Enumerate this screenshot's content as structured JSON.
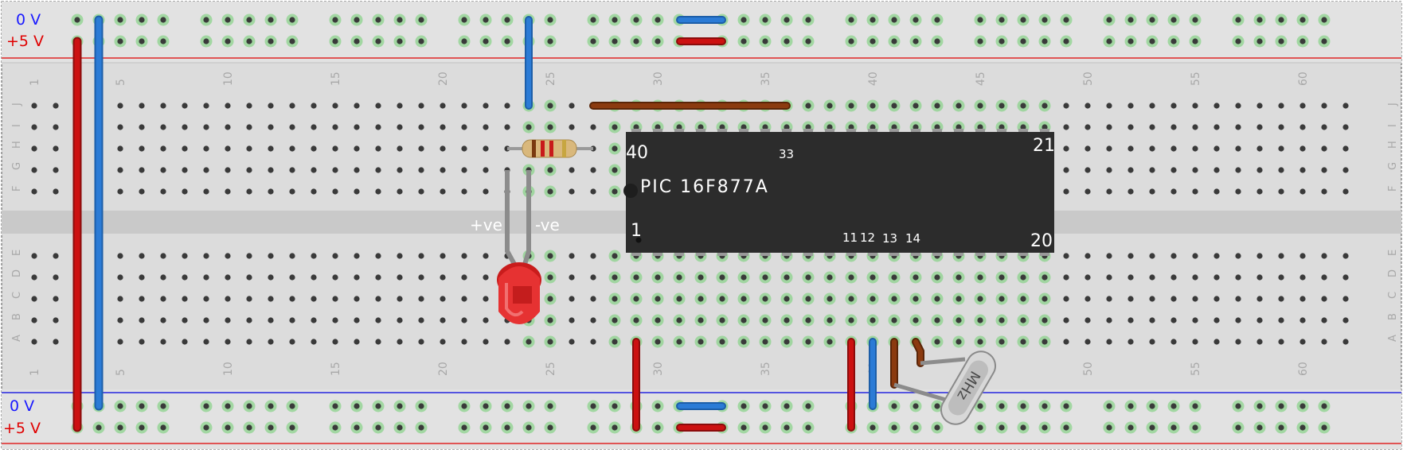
{
  "breadboard": {
    "columns": 62,
    "column_numbers": [
      "1",
      "5",
      "10",
      "15",
      "20",
      "25",
      "30",
      "35",
      "40",
      "45",
      "50",
      "55",
      "60"
    ],
    "row_letters_top": [
      "J",
      "I",
      "H",
      "G",
      "F"
    ],
    "row_letters_bottom": [
      "E",
      "D",
      "C",
      "B",
      "A"
    ],
    "rail_labels": {
      "top_ground": "0 V",
      "top_power": "+5 V",
      "bottom_ground": "0 V",
      "bottom_power": "+5 V"
    },
    "colors": {
      "board": "#dcdcdc",
      "hole": "#3a3a3a",
      "connected_hole": "#7fd17f",
      "power_line": "#e00000",
      "ground_line": "#0000e0",
      "ground_label": "#1a1aff",
      "power_label": "#e00000"
    }
  },
  "chip": {
    "label": "PIC 16F877A",
    "pin_labels": {
      "top_left": "40",
      "top_right": "21",
      "bottom_left": "1",
      "bottom_right": "20",
      "pin33": "33",
      "pin11": "11",
      "pin12": "12",
      "pin13": "13",
      "pin14": "14"
    },
    "color": "#2c2c2c"
  },
  "led": {
    "color": "red",
    "anode_label": "+ve",
    "cathode_label": "-ve"
  },
  "crystal": {
    "marking": "MHz"
  },
  "resistor": {
    "bands": [
      "brown",
      "red",
      "red",
      "gold"
    ]
  },
  "wires": {
    "power_color": "#cc1111",
    "ground_color": "#2b7bd6",
    "signal_color": "#8b3a0f"
  }
}
